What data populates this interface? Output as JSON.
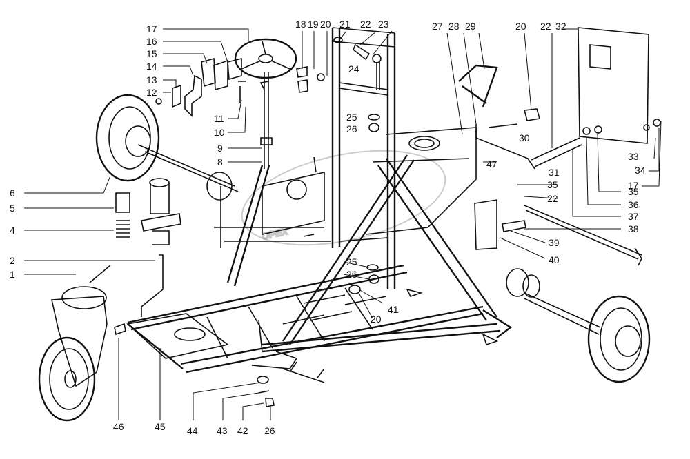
{
  "watermark": "OPEX",
  "callouts": [
    {
      "id": "c17a",
      "text": "17"
    },
    {
      "id": "c16",
      "text": "16"
    },
    {
      "id": "c15",
      "text": "15"
    },
    {
      "id": "c14",
      "text": "14"
    },
    {
      "id": "c13",
      "text": "13"
    },
    {
      "id": "c12",
      "text": "12"
    },
    {
      "id": "c11",
      "text": "11"
    },
    {
      "id": "c10",
      "text": "10"
    },
    {
      "id": "c9",
      "text": "9"
    },
    {
      "id": "c8",
      "text": "8"
    },
    {
      "id": "c6",
      "text": "6"
    },
    {
      "id": "c5",
      "text": "5"
    },
    {
      "id": "c4",
      "text": "4"
    },
    {
      "id": "c2",
      "text": "2"
    },
    {
      "id": "c1",
      "text": "1"
    },
    {
      "id": "c18",
      "text": "18"
    },
    {
      "id": "c19",
      "text": "19"
    },
    {
      "id": "c20a",
      "text": "20"
    },
    {
      "id": "c21",
      "text": "21"
    },
    {
      "id": "c22a",
      "text": "22"
    },
    {
      "id": "c23",
      "text": "23"
    },
    {
      "id": "c24",
      "text": "24"
    },
    {
      "id": "c25a",
      "text": "25"
    },
    {
      "id": "c26a",
      "text": "26"
    },
    {
      "id": "c27",
      "text": "27"
    },
    {
      "id": "c28",
      "text": "28"
    },
    {
      "id": "c29",
      "text": "29"
    },
    {
      "id": "c20b",
      "text": "20"
    },
    {
      "id": "c22b",
      "text": "22"
    },
    {
      "id": "c32",
      "text": "32"
    },
    {
      "id": "c30",
      "text": "30"
    },
    {
      "id": "c31",
      "text": "31"
    },
    {
      "id": "c47",
      "text": "47"
    },
    {
      "id": "c33",
      "text": "33"
    },
    {
      "id": "c34",
      "text": "34"
    },
    {
      "id": "c17b",
      "text": "17"
    },
    {
      "id": "c35a",
      "text": "35"
    },
    {
      "id": "c22c",
      "text": "22"
    },
    {
      "id": "c35b",
      "text": "35"
    },
    {
      "id": "c36",
      "text": "36"
    },
    {
      "id": "c37",
      "text": "37"
    },
    {
      "id": "c38",
      "text": "38"
    },
    {
      "id": "c39",
      "text": "39"
    },
    {
      "id": "c40",
      "text": "40"
    },
    {
      "id": "c25b",
      "text": "25"
    },
    {
      "id": "c26b",
      "text": "26"
    },
    {
      "id": "c41",
      "text": "41"
    },
    {
      "id": "c20c",
      "text": "20"
    },
    {
      "id": "c46",
      "text": "46"
    },
    {
      "id": "c45",
      "text": "45"
    },
    {
      "id": "c44",
      "text": "44"
    },
    {
      "id": "c43",
      "text": "43"
    },
    {
      "id": "c42",
      "text": "42"
    },
    {
      "id": "c26c",
      "text": "26"
    }
  ]
}
